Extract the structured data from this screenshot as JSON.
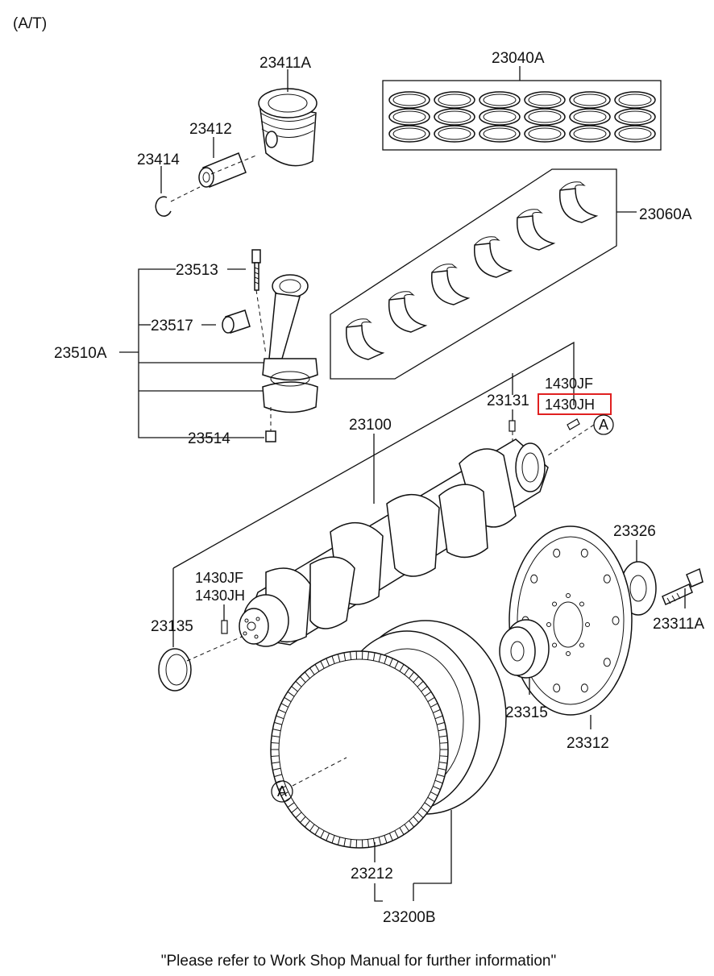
{
  "header": {
    "variant": "(A/T)"
  },
  "footer": {
    "note": "\"Please refer to Work Shop Manual for further information\""
  },
  "parts": {
    "p23411A": "23411A",
    "p23412": "23412",
    "p23414": "23414",
    "p23040A": "23040A",
    "p23060A": "23060A",
    "p23513": "23513",
    "p23517": "23517",
    "p23510A": "23510A",
    "p23514": "23514",
    "p1430JF_top": "1430JF",
    "p1430JH_top": "1430JH",
    "p23131": "23131",
    "p23100": "23100",
    "p1430JF_left": "1430JF",
    "p1430JH_left": "1430JH",
    "p23135": "23135",
    "p23326": "23326",
    "p23311A": "23311A",
    "p23315": "23315",
    "p23312": "23312",
    "p23212": "23212",
    "p23200B": "23200B"
  },
  "callouts": {
    "ref_top": "A",
    "ref_bottom": "A"
  },
  "highlight": {
    "color": "#e02020",
    "part": "1430JH"
  }
}
